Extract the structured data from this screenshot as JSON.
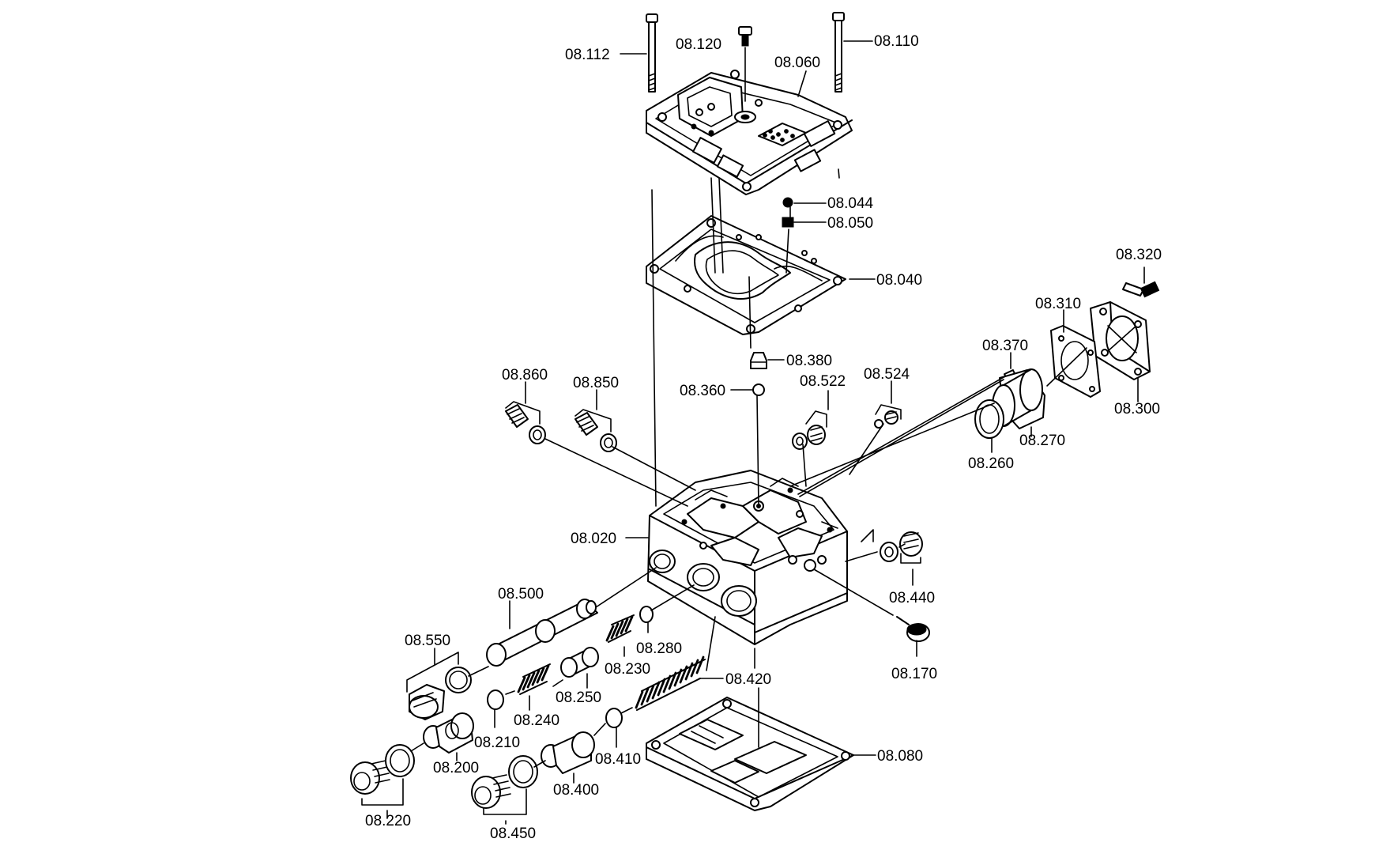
{
  "labels": {
    "p08_112": "08.112",
    "p08_120": "08.120",
    "p08_110": "08.110",
    "p08_060": "08.060",
    "p08_044": "08.044",
    "p08_050": "08.050",
    "p08_040": "08.040",
    "p08_320": "08.320",
    "p08_310": "08.310",
    "p08_370": "08.370",
    "p08_300": "08.300",
    "p08_380": "08.380",
    "p08_360": "08.360",
    "p08_860": "08.860",
    "p08_850": "08.850",
    "p08_522": "08.522",
    "p08_524": "08.524",
    "p08_270": "08.270",
    "p08_260": "08.260",
    "p08_020": "08.020",
    "p08_440": "08.440",
    "p08_500": "08.500",
    "p08_280": "08.280",
    "p08_550": "08.550",
    "p08_230": "08.230",
    "p08_170": "08.170",
    "p08_420": "08.420",
    "p08_250": "08.250",
    "p08_240": "08.240",
    "p08_210": "08.210",
    "p08_410": "08.410",
    "p08_200": "08.200",
    "p08_080": "08.080",
    "p08_400": "08.400",
    "p08_220": "08.220",
    "p08_450": "08.450"
  }
}
